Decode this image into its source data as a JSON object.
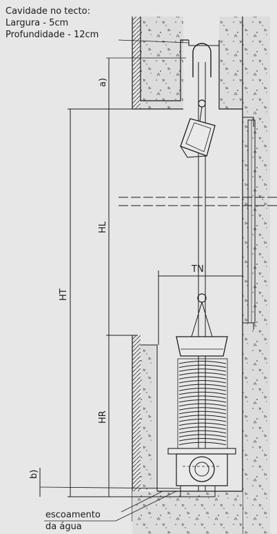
{
  "ceiling_note": {
    "line1": "Cavidade no tecto:",
    "line2": "Largura - 5cm",
    "line3": "Profundidade - 12cm"
  },
  "dimensions": {
    "a": "a)",
    "b": "b)",
    "hl": "HL",
    "ht": "HT",
    "hr": "HR",
    "tn": "TN"
  },
  "drain_note": {
    "line1": "escoamento",
    "line2": "da água"
  },
  "colors": {
    "background": "#e7e7e7",
    "line": "#1a1a1a",
    "concrete": "#dcdcdc"
  }
}
